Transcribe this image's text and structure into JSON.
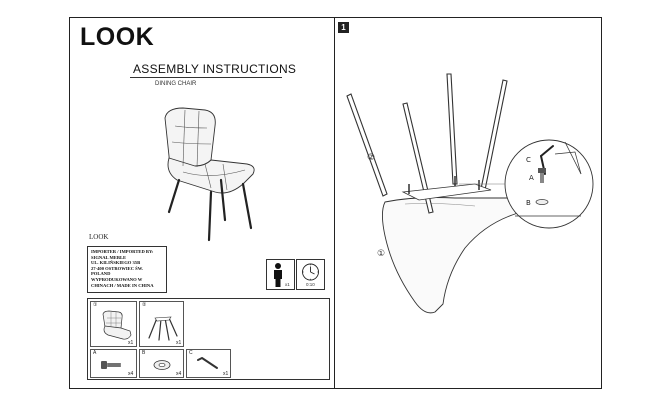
{
  "brand": "LOOK",
  "subtitle": "ASSEMBLY INSTRUCTIONS",
  "product_type": "DINING CHAIR",
  "model_label": "LOOK",
  "importer_lines": [
    "IMPORTER / IMPORTED BY:",
    "SIGNAL MEBLE",
    "UL. KILIŃSKIEGO 35B",
    "27-400 OSTROWIEC ŚW.",
    "POLAND",
    "WYPRODUKOWANO W",
    "CHINACH / MADE IN CHINA"
  ],
  "assembly_people": "x1",
  "assembly_time": "0:10",
  "parts": [
    {
      "label": "①",
      "qty": "x1"
    },
    {
      "label": "②",
      "qty": "x1"
    }
  ],
  "hardware": [
    {
      "label": "A",
      "qty": "x4"
    },
    {
      "label": "B",
      "qty": "x4"
    },
    {
      "label": "C",
      "qty": "x1"
    }
  ],
  "step_number": "1",
  "step_part_labels": [
    "②",
    "①"
  ],
  "step_hw_labels": [
    "C",
    "A",
    "B"
  ]
}
